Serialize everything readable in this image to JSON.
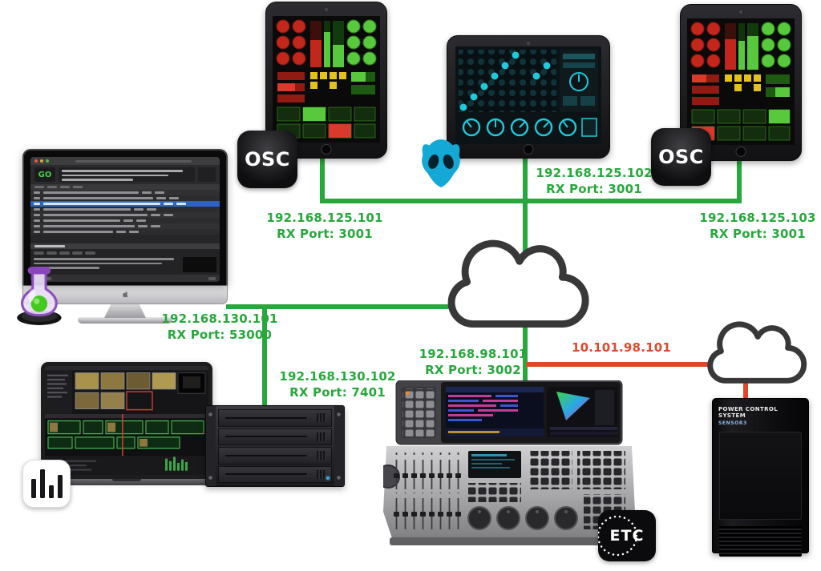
{
  "diagram": {
    "nodes": {
      "ipad_left": {
        "label_ip": "192.168.125.101",
        "label_port": "RX Port: 3001"
      },
      "ipad_center": {
        "label_ip": "192.168.125.102",
        "label_port": "RX Port: 3001"
      },
      "ipad_right": {
        "label_ip": "192.168.125.103",
        "label_port": "RX Port: 3001"
      },
      "qlab_mac": {
        "label_ip": "192.168.130.101",
        "label_port": "RX Port: 53000"
      },
      "media_server": {
        "label_ip": "192.168.130.102",
        "label_port": "RX Port: 7401"
      },
      "eos_console": {
        "label_ip": "192.168.98.101",
        "label_port": "RX Port: 3002"
      },
      "power_system": {
        "label_ip": "10.101.98.101"
      }
    },
    "badges": {
      "osc_left": "OSC",
      "osc_right": "OSC",
      "etc": "ETC"
    },
    "qlab": {
      "go_button": "GO"
    },
    "power_rack": {
      "title": "POWER CONTROL SYSTEM",
      "model": "SENSOR3"
    },
    "colors": {
      "network_green": "#27A83C",
      "network_red": "#E2472E",
      "cloud_outline": "#383838"
    }
  }
}
